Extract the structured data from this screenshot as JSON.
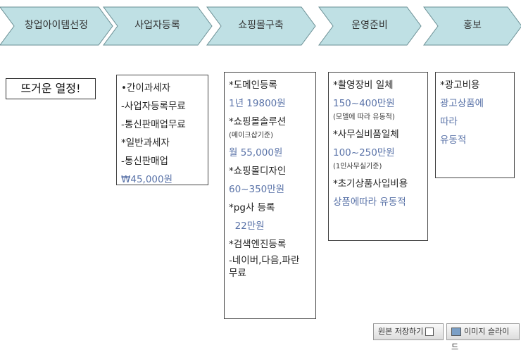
{
  "diagram": {
    "steps": [
      "창업아이템선정",
      "사업자등록",
      "쇼핑몰구축",
      "운영준비",
      "홍보"
    ],
    "passion_label": "뜨거운 열정!",
    "boxes": [
      {
        "lines": [
          {
            "text": "•간이과세자"
          },
          {
            "text": "-사업자등록무료"
          },
          {
            "text": "-통신판매업무료"
          },
          {
            "text": "*일반과세자"
          },
          {
            "text": "-통신판매업"
          },
          {
            "text": "₩45,000원",
            "color": "blue"
          }
        ]
      },
      {
        "lines": [
          {
            "text": "*도메인등록"
          },
          {
            "text": "1년 19800원",
            "color": "blue"
          },
          {
            "text": "*쇼핑몰솔루션"
          },
          {
            "text": "(메이크샵기준)",
            "size": "small"
          },
          {
            "text": "월 55,000원",
            "color": "blue"
          },
          {
            "text": "*쇼핑몰디자인"
          },
          {
            "text": "60~350만원",
            "color": "blue"
          },
          {
            "text": "*pg사 등록"
          },
          {
            "text": "  22만원",
            "color": "blue"
          },
          {
            "text": "*검색엔진등록"
          },
          {
            "text": "-네이버,다음,파란 무료",
            "wrap": true
          }
        ]
      },
      {
        "lines": [
          {
            "text": "*촬영장비 일체"
          },
          {
            "text": "150~400만원",
            "color": "blue"
          },
          {
            "text": "(모델에 따라 유동적)",
            "size": "small"
          },
          {
            "text": "*사무실비품일체"
          },
          {
            "text": "100~250만원",
            "color": "blue"
          },
          {
            "text": "(1인사무실기준)",
            "size": "small"
          },
          {
            "text": "*초기상품사입비용"
          },
          {
            "text": "상품에따라 유동적",
            "color": "blue"
          }
        ]
      },
      {
        "lines": [
          {
            "text": "*광고비용"
          },
          {
            "text": "광고상품에",
            "color": "blue"
          },
          {
            "text": "따라",
            "color": "blue"
          },
          {
            "text": "유동적",
            "color": "blue"
          }
        ]
      }
    ]
  },
  "footer": {
    "save_label": "원본 저장하기",
    "slide_label": "이미지 슬라이드"
  },
  "colors": {
    "chevron_fill": "#bfe0e4",
    "chevron_stroke": "#6a8f94",
    "accent_text": "#5a73a8"
  }
}
